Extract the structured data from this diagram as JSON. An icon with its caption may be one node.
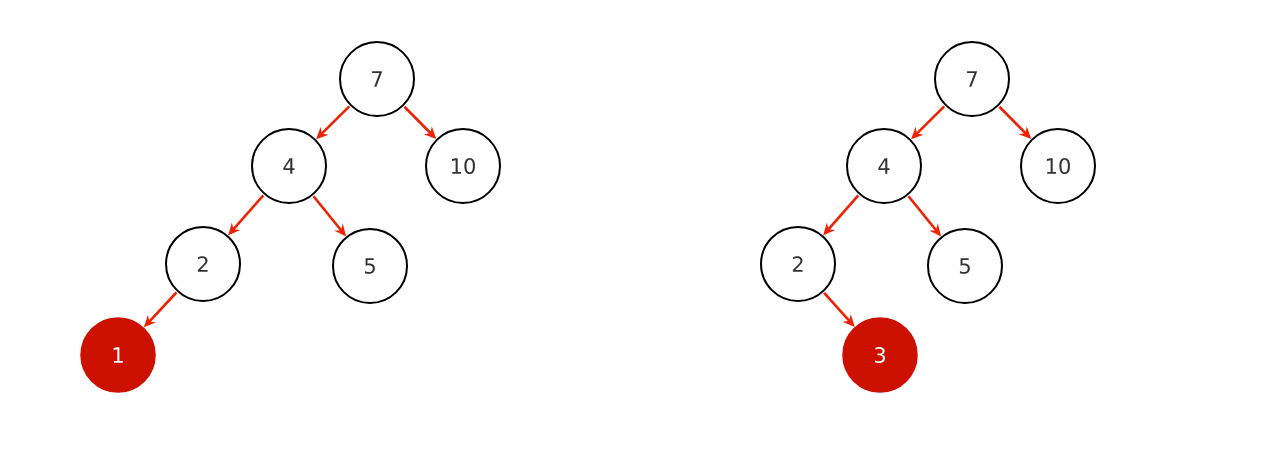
{
  "diagram": {
    "nodes": [
      {
        "text": [
          "7"
        ]
      },
      {
        "text": [
          "4"
        ]
      },
      {
        "text": [
          "10"
        ]
      },
      {
        "text": [
          "2"
        ]
      },
      {
        "text": [
          "5"
        ]
      },
      {
        "text": [
          "1"
        ]
      },
      {
        "text": [
          "7"
        ]
      },
      {
        "text": [
          "4"
        ]
      },
      {
        "text": [
          "10"
        ]
      },
      {
        "text": [
          "2"
        ]
      },
      {
        "text": [
          "5"
        ]
      },
      {
        "text": [
          "3"
        ]
      }
    ],
    "edges": [
      {
        "from": 0,
        "to": 1,
        "arrow": "to"
      },
      {
        "from": 0,
        "to": 2,
        "arrow": "to"
      },
      {
        "from": 1,
        "to": 3,
        "arrow": "to"
      },
      {
        "from": 1,
        "to": 4,
        "arrow": "to"
      },
      {
        "from": 3,
        "to": 5,
        "arrow": "to"
      },
      {
        "from": 6,
        "to": 7,
        "arrow": "to"
      },
      {
        "from": 6,
        "to": 8,
        "arrow": "to"
      },
      {
        "from": 7,
        "to": 9,
        "arrow": "to"
      },
      {
        "from": 7,
        "to": 10,
        "arrow": "to"
      },
      {
        "from": 9,
        "to": 11,
        "arrow": "to"
      }
    ]
  }
}
